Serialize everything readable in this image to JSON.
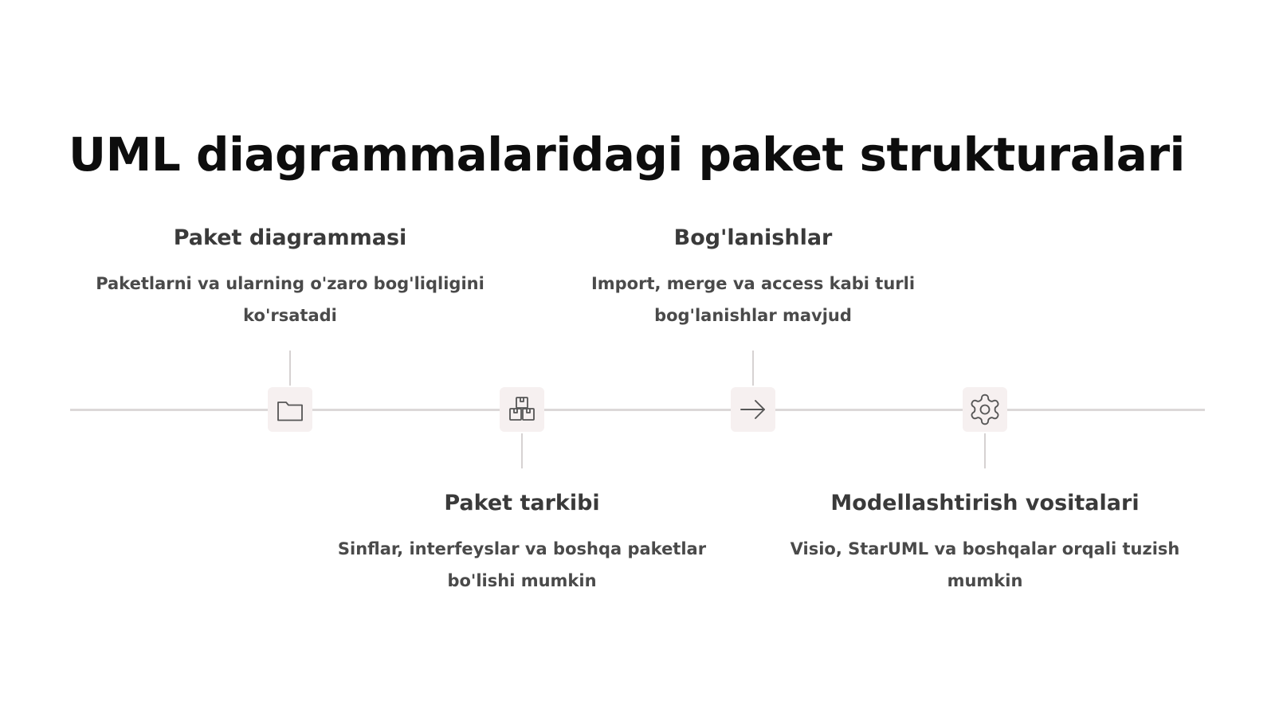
{
  "title": "UML diagrammalaridagi paket strukturalari",
  "colors": {
    "line": "#dcd8d8",
    "node_bg": "#f6f0f0",
    "icon": "#555555",
    "heading": "#3a3a3a",
    "text": "#4a4a4a"
  },
  "steps": [
    {
      "heading": "Paket diagrammasi",
      "text": "Paketlarni va ularning o'zaro bog'liqligini ko'rsatadi",
      "icon": "folder-icon",
      "position": "above"
    },
    {
      "heading": "Paket tarkibi",
      "text": "Sinflar, interfeyslar va boshqa paketlar bo'lishi mumkin",
      "icon": "boxes-icon",
      "position": "below"
    },
    {
      "heading": "Bog'lanishlar",
      "text": "Import, merge va access kabi turli bog'lanishlar mavjud",
      "icon": "arrow-right-icon",
      "position": "above"
    },
    {
      "heading": "Modellashtirish vositalari",
      "text": "Visio, StarUML va boshqalar orqali tuzish mumkin",
      "icon": "gear-icon",
      "position": "below"
    }
  ]
}
